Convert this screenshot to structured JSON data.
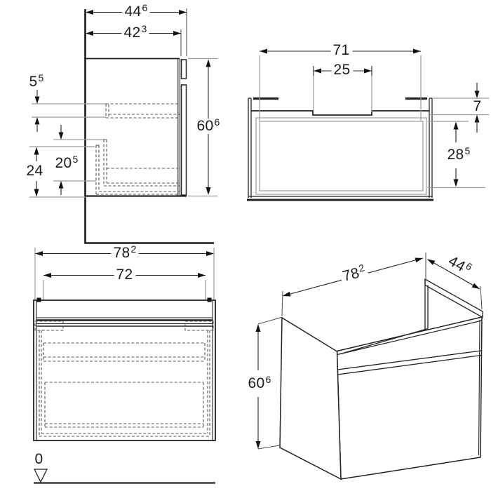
{
  "colors": {
    "line": "#222222",
    "thick": "#1a1a1a",
    "aux": "#9b9b9b",
    "dashed": "#555555",
    "background": "#ffffff",
    "arrow": "#111111"
  },
  "views": {
    "side": {
      "dims": {
        "overall_depth": {
          "value": "44",
          "sup": "6"
        },
        "carcass_depth": {
          "value": "42",
          "sup": "3"
        },
        "top_clearance": {
          "value": "5",
          "sup": "5"
        },
        "height": {
          "value": "60",
          "sup": "6"
        },
        "drawer_inner_height": {
          "value": "20",
          "sup": "5"
        },
        "bottom_zone_height": {
          "value": "24",
          "sup": ""
        }
      }
    },
    "front_section": {
      "dims": {
        "inner_width": {
          "value": "71",
          "sup": ""
        },
        "cutout_width": {
          "value": "25",
          "sup": ""
        },
        "top_rail_height": {
          "value": "7",
          "sup": ""
        },
        "inner_height": {
          "value": "28",
          "sup": "5"
        }
      }
    },
    "front": {
      "dims": {
        "overall_width": {
          "value": "78",
          "sup": "2"
        },
        "inner_width": {
          "value": "72",
          "sup": ""
        }
      },
      "datum_level": {
        "value": "0",
        "sup": ""
      }
    },
    "perspective": {
      "dims": {
        "width": {
          "value": "78",
          "sup": "2"
        },
        "depth": {
          "value": "44",
          "sup": "6"
        },
        "height": {
          "value": "60",
          "sup": "6"
        }
      }
    }
  }
}
